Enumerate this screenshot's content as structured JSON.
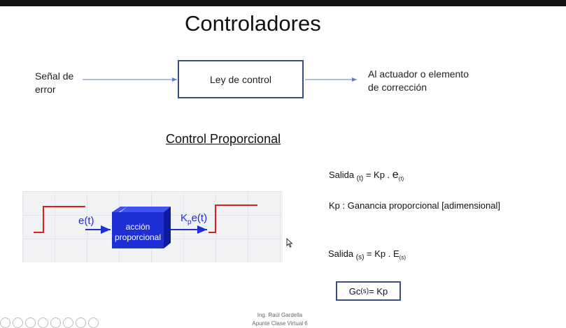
{
  "slide": {
    "title": "Controladores",
    "input_label_line1": "Señal de",
    "input_label_line2": "error",
    "block_label": "Ley de control",
    "output_label_line1": "Al actuador o elemento",
    "output_label_line2": "de corrección",
    "section_title": "Control Proporcional"
  },
  "diagram": {
    "input_signal": "e(t)",
    "block_line1": "acción",
    "block_line2": "proporcional",
    "output_k": "K",
    "output_sub": "p",
    "output_rest": "e(t)"
  },
  "equations": {
    "eq1_a": "Salida ",
    "eq1_sub": "(t)",
    "eq1_b": " = Kp . ",
    "eq1_e": "e",
    "eq1_esub": "(t)",
    "eq2": "Kp : Ganancia proporcional [adimensional]",
    "eq3_a": "Salida ",
    "eq3_sub": "(s)",
    "eq3_b": " = Kp . E",
    "eq3_esub": "(s)",
    "gc_a": "Gc",
    "gc_sub": "(s)",
    "gc_b": " = Kp"
  },
  "footer": {
    "line1": "Ing. Raúl Gardella",
    "line2": "Apunte Clase Virtual 6"
  },
  "colors": {
    "box_border": "#3b4d82",
    "arrow": "#5b7fc4",
    "step_red": "#e21b1b",
    "block_blue": "#1f2fd6"
  }
}
